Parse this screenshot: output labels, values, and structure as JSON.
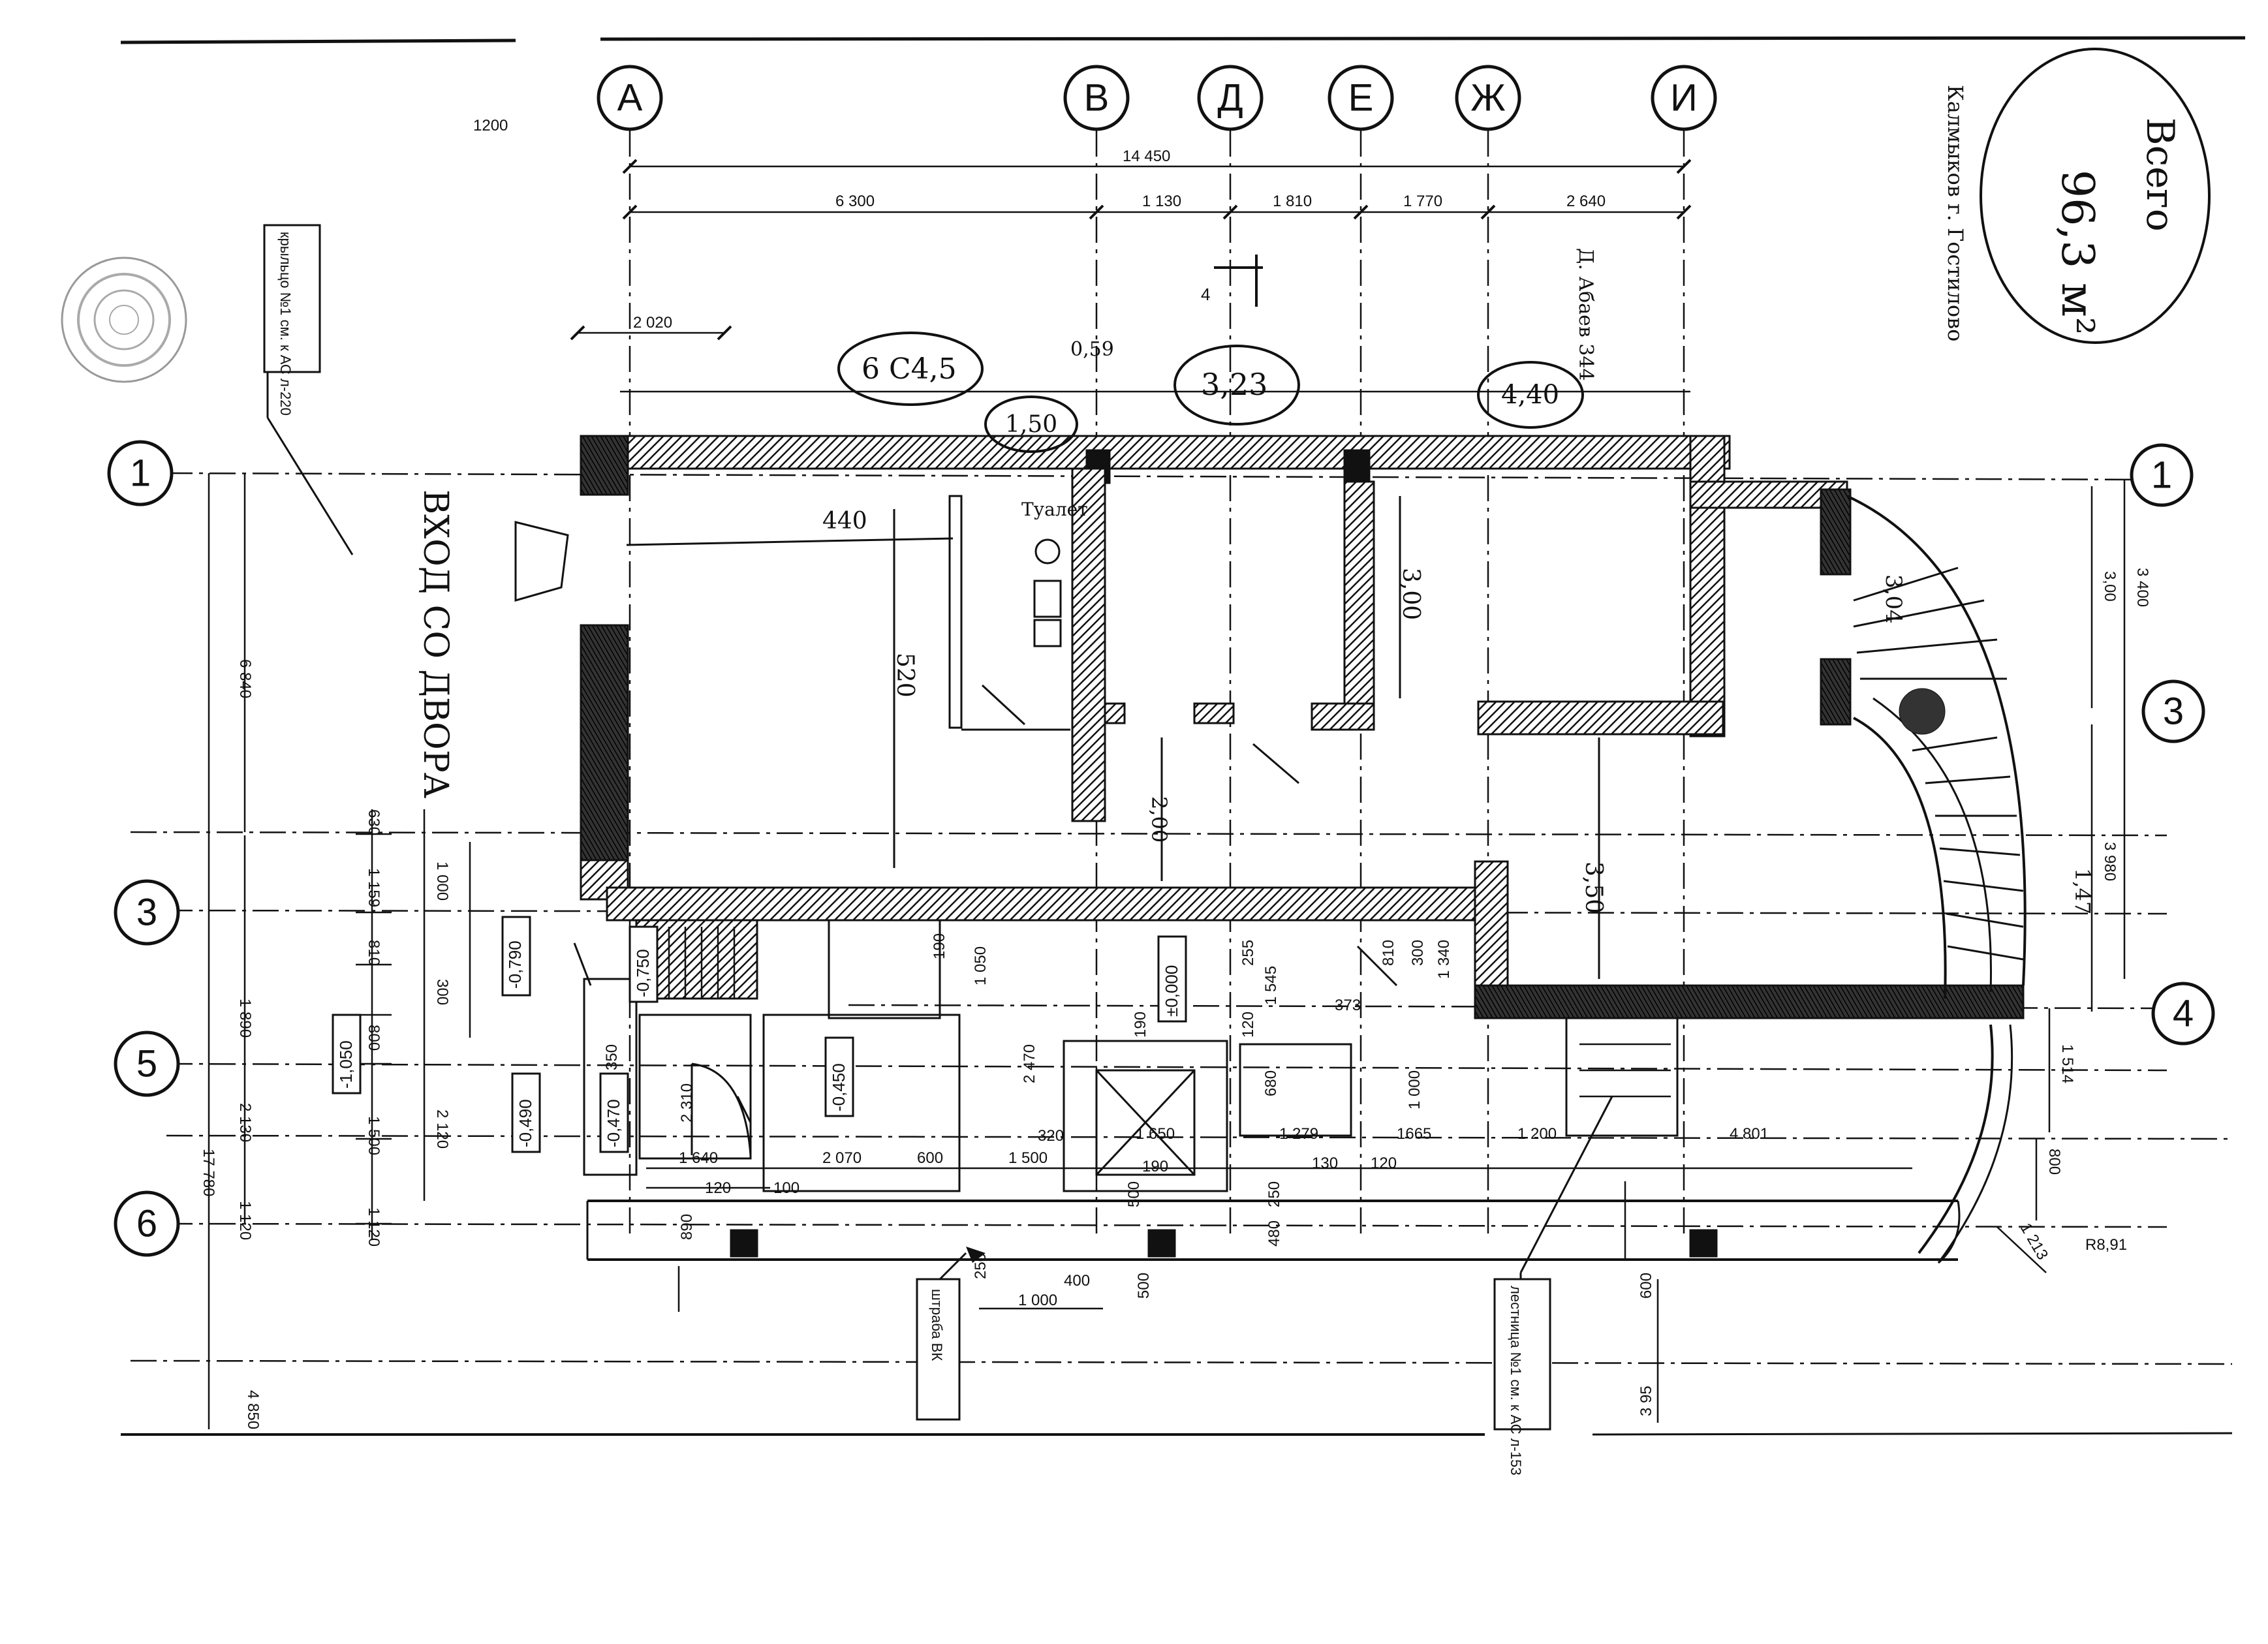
{
  "grid": {
    "letters": [
      "А",
      "В",
      "Д",
      "Е",
      "Ж",
      "И"
    ],
    "numbers_left": [
      "1",
      "3",
      "5",
      "6"
    ],
    "numbers_right": [
      "1",
      "3",
      "4"
    ]
  },
  "dims_top": {
    "overall": "14 450",
    "segments": [
      "6 300",
      "1 130",
      "1 810",
      "1 770",
      "2 640"
    ],
    "upper": "1200",
    "offset": "2 020"
  },
  "dims_left": {
    "overall": "17 780",
    "d1": "6 840",
    "d2": "1 890",
    "d3": "2 130",
    "d4": "1 120",
    "d5": "4 850",
    "chain": [
      "630",
      "1 159",
      "810",
      "800",
      "1 500",
      "1 120"
    ],
    "chain2": [
      "1 000",
      "300",
      "2 120"
    ]
  },
  "dims_right": {
    "a": "3,00",
    "b": "3 400",
    "c": "3 980",
    "d": "1 514",
    "e": "800",
    "f": "1 213",
    "radius": "R8,91"
  },
  "dims_bottom": [
    "1 640",
    "2 070",
    "600",
    "1 500",
    "1 650",
    "1 279",
    "1665",
    "1 200",
    "4 801",
    "120",
    "100",
    "190",
    "130",
    "120",
    "1 000",
    "400",
    "250",
    "500",
    "600",
    "890",
    "480",
    "3 95"
  ],
  "dims_inner": [
    "190",
    "1 050",
    "2 470",
    "2 310",
    "350",
    "255",
    "1 545",
    "120",
    "190",
    "680",
    "810",
    "300",
    "1 340",
    "373",
    "1 000",
    "320",
    "250",
    "500"
  ],
  "levels": [
    "-0,790",
    "-0,750",
    "-1,050",
    "-0,490",
    "-0,470",
    "-0,450",
    "±0,000"
  ],
  "notes": {
    "crane": "крыльцо №1 см. к АС л-220",
    "entrance": "ВХОД СО ДВОРА",
    "stair": "лестница №1 см. к АС л-153",
    "shaft": "штраба ВК",
    "section": "4",
    "vertical_note": "Д. Абаев 344"
  },
  "handwriting": {
    "total_label": "Всего",
    "total_value": "96,3 м²",
    "vertical": "Калмыков г. Гостилово",
    "circle1": "6 С4,5",
    "circle2": "3,23",
    "circle3": "4,40",
    "circle4": "1,50",
    "w1": "440",
    "w2": "520",
    "w3": "3,00",
    "w4": "2,00",
    "w5": "3,50",
    "w6": "3,04",
    "w7": "1,47",
    "w8": "Туалет",
    "w9": "0,59"
  }
}
